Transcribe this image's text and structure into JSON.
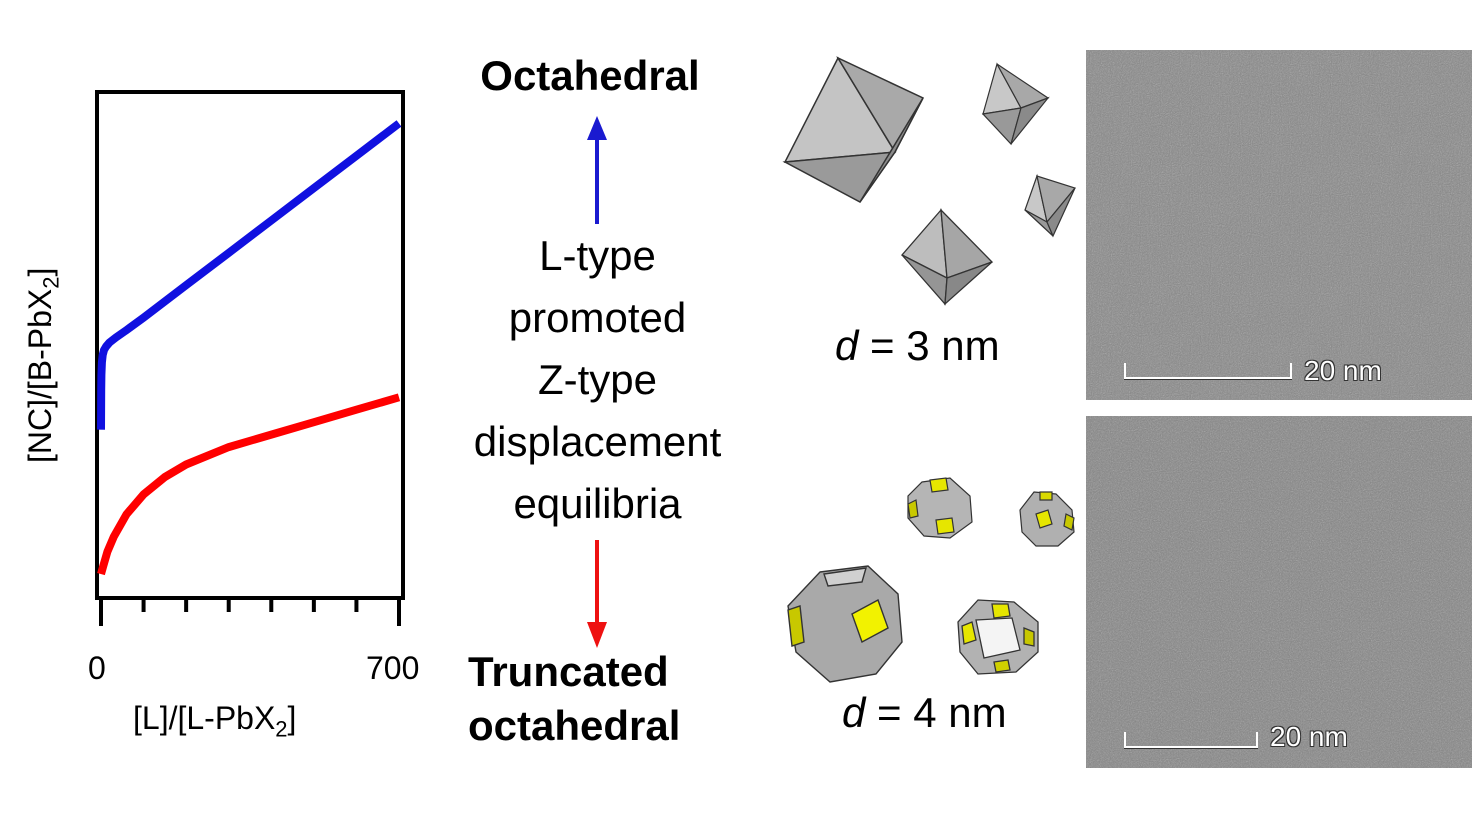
{
  "chart_data": {
    "type": "line",
    "xlabel": "[L]/[L-PbX",
    "xlabel_sub": "2",
    "xlabel_end": "]",
    "ylabel": "[NC]/[B-PbX",
    "ylabel_sub": "2",
    "ylabel_end": "]",
    "x_ticks": [
      "0",
      "700"
    ],
    "xlim": [
      0,
      700
    ],
    "ylim": [
      0,
      1
    ],
    "grid": false,
    "series": [
      {
        "color": "#1010e0",
        "x": [
          0,
          0.5,
          1,
          2,
          4,
          7,
          12,
          20,
          35,
          60,
          100,
          200,
          300,
          400,
          500,
          600,
          700
        ],
        "y": [
          0.33,
          0.41,
          0.44,
          0.465,
          0.48,
          0.49,
          0.497,
          0.505,
          0.515,
          0.53,
          0.555,
          0.62,
          0.685,
          0.75,
          0.815,
          0.88,
          0.945
        ]
      },
      {
        "color": "#ff0000",
        "x": [
          0,
          5,
          15,
          30,
          60,
          100,
          150,
          200,
          300,
          400,
          500,
          600,
          700
        ],
        "y": [
          0.04,
          0.055,
          0.085,
          0.115,
          0.16,
          0.2,
          0.235,
          0.26,
          0.295,
          0.32,
          0.345,
          0.37,
          0.395
        ]
      }
    ]
  },
  "labels": {
    "top_shape": "Octahedral",
    "mechanism_lines": [
      "L-type",
      "promoted",
      "Z-type",
      "displacement",
      "equilibria"
    ],
    "bottom_shape_line1": "Truncated",
    "bottom_shape_line2": "octahedral",
    "size_top_var": "d",
    "size_top_rest": " = 3 nm",
    "size_bottom_var": "d",
    "size_bottom_rest": " = 4 nm",
    "scale_top": "20 nm",
    "scale_bottom": "20 nm"
  },
  "colors": {
    "up_arrow": "#1a1ad0",
    "down_arrow": "#ee1111",
    "facet_yellow": "#e6e600",
    "facet_grey": "#a8a8a8"
  }
}
